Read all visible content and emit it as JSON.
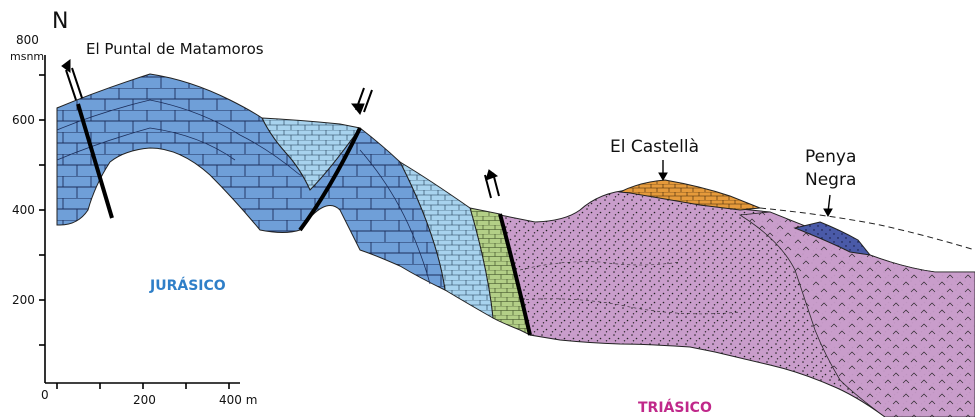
{
  "north": "N",
  "y_axis": {
    "unit": "msnm",
    "ticks": [
      {
        "label": "800",
        "value": 800
      },
      {
        "label": "600",
        "value": 600
      },
      {
        "label": "400",
        "value": 400
      },
      {
        "label": "200",
        "value": 200
      }
    ]
  },
  "x_axis": {
    "origin": "0",
    "ticks": [
      {
        "label": "200",
        "value": 200
      },
      {
        "label": "400 m",
        "value": 400
      }
    ]
  },
  "places": {
    "puntal": "El Puntal de Matamoros",
    "castella": "El Castellà",
    "penya_line1": "Penya",
    "penya_line2": "Negra"
  },
  "units": {
    "jurasico": "JURÁSICO",
    "triasico": "TRIÁSICO"
  },
  "colors": {
    "jurassic_blue": "#6f9fd8",
    "light_blue": "#a8d3ee",
    "green": "#b3cf87",
    "triassic_purple": "#c99dcb",
    "orange": "#e59a3b",
    "dark_blue": "#4a5aa8",
    "era_jurasico": "#2f7fc8",
    "era_triasico": "#c0288a"
  }
}
